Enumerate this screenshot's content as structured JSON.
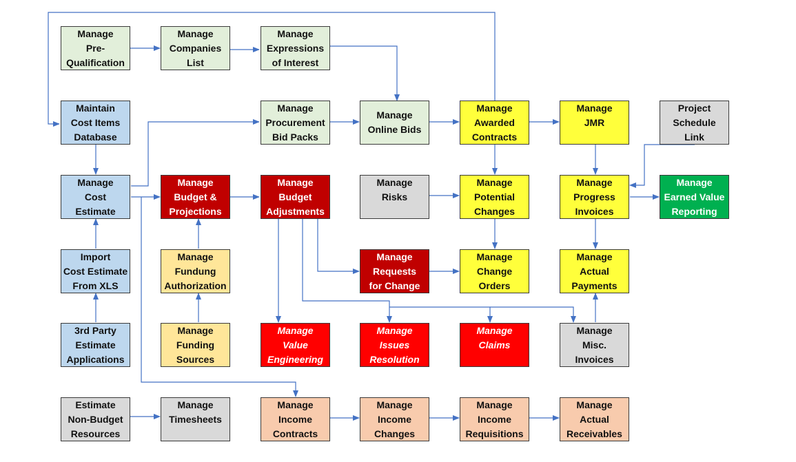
{
  "colors": {
    "wire": "#4472c4",
    "green": "#e2efda",
    "blue": "#bdd7ee",
    "grey": "#d9d9d9",
    "yellow": "#ffff3b",
    "dark_red": "#c00000",
    "red": "#ff0000",
    "tan": "#ffe699",
    "peach": "#f8cbad",
    "emerald": "#00b050"
  },
  "nodes": {
    "pre_qualification": {
      "lines": [
        "Manage",
        "Pre-",
        "Qualification"
      ]
    },
    "companies_list": {
      "lines": [
        "Manage",
        "Companies",
        "List"
      ]
    },
    "expressions_of_interest": {
      "lines": [
        "Manage",
        "Expressions",
        "of Interest"
      ]
    },
    "cost_items_database": {
      "lines": [
        "Maintain",
        "Cost Items",
        "Database"
      ]
    },
    "procurement_bid_packs": {
      "lines": [
        "Manage",
        "Procurement",
        "Bid Packs"
      ]
    },
    "online_bids": {
      "lines": [
        "Manage",
        "Online Bids"
      ]
    },
    "awarded_contracts": {
      "lines": [
        "Manage",
        "Awarded",
        "Contracts"
      ]
    },
    "jmr": {
      "lines": [
        "Manage",
        "JMR"
      ]
    },
    "project_schedule_link": {
      "lines": [
        "Project",
        "Schedule",
        "Link"
      ]
    },
    "cost_estimate": {
      "lines": [
        "Manage",
        "Cost",
        "Estimate"
      ]
    },
    "budget_projections": {
      "lines": [
        "Manage",
        "Budget &",
        "Projections"
      ]
    },
    "budget_adjustments": {
      "lines": [
        "Manage",
        "Budget",
        "Adjustments"
      ]
    },
    "risks": {
      "lines": [
        "Manage",
        "Risks"
      ]
    },
    "potential_changes": {
      "lines": [
        "Manage",
        "Potential",
        "Changes"
      ]
    },
    "progress_invoices": {
      "lines": [
        "Manage",
        "Progress",
        "Invoices"
      ]
    },
    "earned_value_reporting": {
      "lines": [
        "Manage",
        "Earned Value",
        "Reporting"
      ]
    },
    "import_cost_estimate": {
      "lines": [
        "Import",
        "Cost Estimate",
        "From XLS"
      ]
    },
    "funding_authorization": {
      "lines": [
        "Manage",
        "Fundung",
        "Authorization"
      ]
    },
    "requests_for_change": {
      "lines": [
        "Manage",
        "Requests",
        "for Change"
      ]
    },
    "change_orders": {
      "lines": [
        "Manage",
        "Change",
        "Orders"
      ]
    },
    "actual_payments": {
      "lines": [
        "Manage",
        "Actual",
        "Payments"
      ]
    },
    "third_party_estimate": {
      "lines": [
        "3rd Party",
        "Estimate",
        "Applications"
      ]
    },
    "funding_sources": {
      "lines": [
        "Manage",
        "Funding",
        "Sources"
      ]
    },
    "value_engineering": {
      "lines": [
        "Manage",
        "Value",
        "Engineering"
      ]
    },
    "issues_resolution": {
      "lines": [
        "Manage",
        "Issues",
        "Resolution"
      ]
    },
    "claims": {
      "lines": [
        "Manage",
        "Claims"
      ]
    },
    "misc_invoices": {
      "lines": [
        "Manage",
        "Misc.",
        "Invoices"
      ]
    },
    "non_budget_resources": {
      "lines": [
        "Estimate",
        "Non-Budget",
        "Resources"
      ]
    },
    "timesheets": {
      "lines": [
        "Manage",
        "Timesheets"
      ]
    },
    "income_contracts": {
      "lines": [
        "Manage",
        "Income",
        "Contracts"
      ]
    },
    "income_changes": {
      "lines": [
        "Manage",
        "Income",
        "Changes"
      ]
    },
    "income_requisitions": {
      "lines": [
        "Manage",
        "Income",
        "Requisitions"
      ]
    },
    "actual_receivables": {
      "lines": [
        "Manage",
        "Actual",
        "Receivables"
      ]
    }
  }
}
